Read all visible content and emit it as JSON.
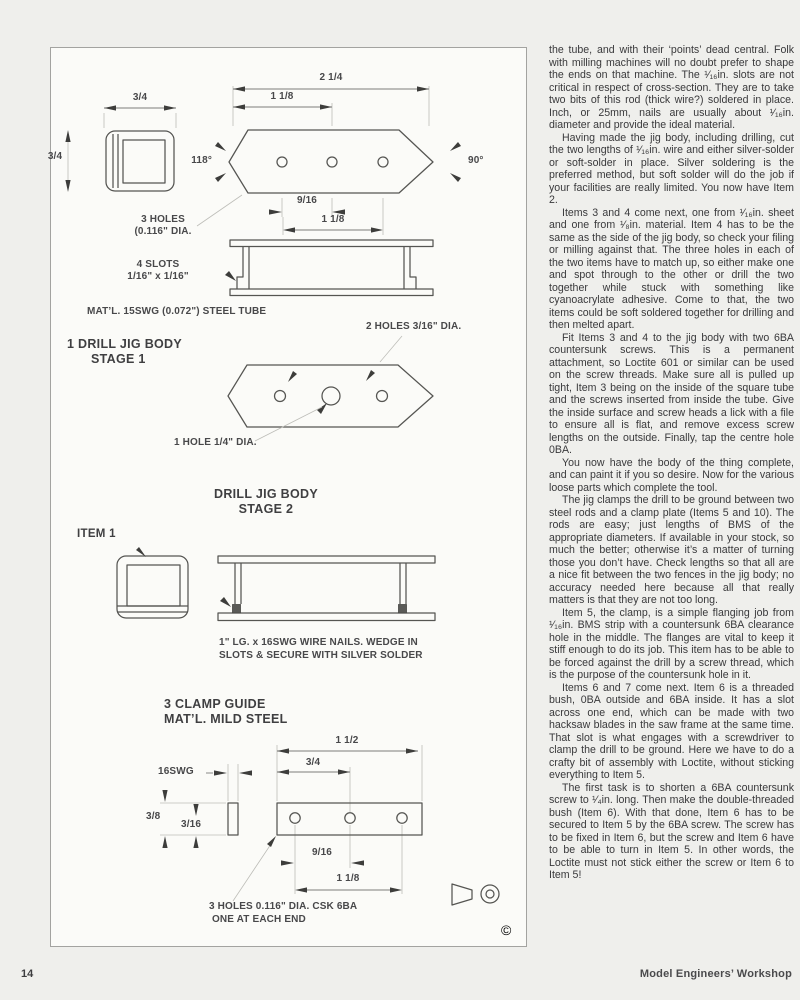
{
  "page": {
    "number": "14",
    "journal": "Model Engineers’ Workshop"
  },
  "figure": {
    "stage1": {
      "title1": "1 DRILL JIG BODY",
      "title2": "STAGE 1",
      "dim_width": "3/4",
      "dim_height": "3/4",
      "dim_length": "2 1/4",
      "dim_half_length": "1 1/8",
      "angle_left": "118°",
      "angle_right": "90°",
      "dim_hole_spacing": "9/16",
      "dim_hole_span": "1 1/8",
      "holes_label1": "3 HOLES",
      "holes_label2": "(0.116\" DIA.",
      "slots_label1": "4 SLOTS",
      "slots_label2": "1/16\" x 1/16\"",
      "material": "MAT’L. 15SWG (0.072\") STEEL TUBE",
      "holes2_label": "2 HOLES 3/16\" DIA."
    },
    "stage2": {
      "hole_label": "1 HOLE 1/4\" DIA.",
      "title1": "DRILL JIG BODY",
      "title2": "STAGE 2",
      "item_label": "ITEM  1",
      "nails_note1": "1\" LG. x 16SWG WIRE NAILS. WEDGE IN",
      "nails_note2": "SLOTS & SECURE WITH SILVER SOLDER"
    },
    "clamp_guide": {
      "title1": "3 CLAMP GUIDE",
      "title2": "MAT’L. MILD STEEL",
      "dim_length": "1 1/2",
      "dim_half": "3/4",
      "gauge": "16SWG",
      "dim_height": "3/8",
      "dim_half_height": "3/16",
      "dim_hole_spacing": "9/16",
      "dim_hole_span": "1 1/8",
      "holes_note1": "3 HOLES 0.116\" DIA. CSK 6BA",
      "holes_note2": "ONE AT EACH END",
      "copyright": "©"
    }
  },
  "article": {
    "paragraphs": [
      "the tube, and with their ‘points’ dead central. Folk with milling machines will no doubt prefer to shape the ends on that machine. The ¹⁄₁₆in. slots are not critical in respect of cross-section. They are to take two bits of this rod (thick wire?) soldered in place. Inch, or 25mm, nails are usually about ¹⁄₁₆in. diameter and provide the ideal material.",
      "Having made the jig body, including drilling, cut the two lengths of ¹⁄₁₆in. wire and either silver-solder or soft-solder in place. Silver soldering is the preferred method, but soft solder will do the job if your facilities are really limited. You now have Item 2.",
      "Items 3 and 4 come next, one from ¹⁄₁₆in. sheet and one from ¹⁄₈in. material. Item 4 has to be the same as the side of the jig body, so check your filing or milling against that. The three holes in each of the two items have to match up, so either make one and spot through to the other or drill the two together while stuck with something like cyanoacrylate adhesive. Come to that, the two items could be soft soldered together for drilling and then melted apart.",
      "Fit Items 3 and 4 to the jig body with two 6BA countersunk screws. This is a permanent attachment, so Loctite 601 or similar can be used on the screw threads. Make sure all is pulled up tight, Item 3 being on the inside of the square tube and the screws inserted from inside the tube. Give the inside surface and screw heads a lick with a file to ensure all is flat, and remove excess screw lengths on the outside. Finally, tap the centre hole 0BA.",
      "You now have the body of the thing complete, and can paint it if you so desire. Now for the various loose parts which complete the tool.",
      "The jig clamps the drill to be ground between two steel rods and a clamp plate (Items 5 and 10). The rods are easy; just lengths of BMS of the appropriate diameters. If available in your stock, so much the better; otherwise it’s a matter of turning those you don’t have. Check lengths so that all are a nice fit between the two fences in the jig body; no accuracy needed here because all that really matters is that they are not too long.",
      "Item 5, the clamp, is a simple flanging job from ¹⁄₁₆in. BMS strip with a countersunk 6BA clearance hole in the middle. The flanges are vital to keep it stiff enough to do its job. This item has to be able to be forced against the drill by a screw thread, which is the purpose of the countersunk hole in it.",
      "Items 6 and 7 come next. Item 6 is a threaded bush, 0BA outside and 6BA inside. It has a slot across one end, which can be made with two hacksaw blades in the saw frame at the same time. That slot is what engages with a screwdriver to clamp the drill to be ground. Here we have to do a crafty bit of assembly with Loctite, without sticking everything to Item 5.",
      "The first task is to shorten a 6BA countersunk screw to ¹⁄₄in. long. Then make the double-threaded bush (Item 6). With that done, Item 6 has to be secured to Item 5 by the 6BA screw. The screw has to be fixed in Item 6, but the screw and Item 6 have to be able to turn in Item 5. In other words, the Loctite must not stick either the screw or Item 6 to Item 5!"
    ]
  }
}
